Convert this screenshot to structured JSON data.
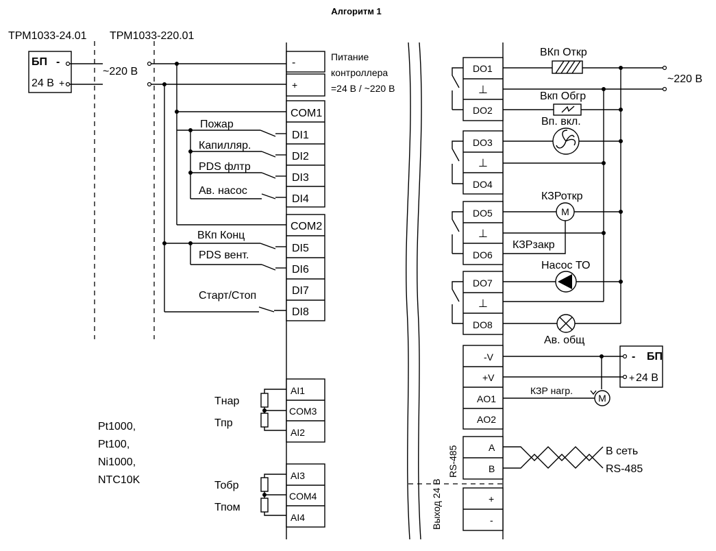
{
  "title": "Алгоритм 1",
  "devices": {
    "left_model": "ТРМ1033-24.01",
    "right_model": "ТРМ1033-220.01"
  },
  "psu_left": {
    "label": "БП",
    "minus": "-",
    "voltage": "24 В",
    "plus": "+"
  },
  "mains_left": "~220 В",
  "power_note": [
    "Питание",
    "контроллера",
    "=24 В / ~220 В"
  ],
  "left_terminals": [
    {
      "name": "-"
    },
    {
      "name": "+"
    },
    {
      "name": "COM1"
    },
    {
      "name": "DI1"
    },
    {
      "name": "DI2"
    },
    {
      "name": "DI3"
    },
    {
      "name": "DI4"
    },
    {
      "name": "COM2"
    },
    {
      "name": "DI5"
    },
    {
      "name": "DI6"
    },
    {
      "name": "DI7"
    },
    {
      "name": "DI8"
    }
  ],
  "inputs": {
    "di1": "Пожар",
    "di2": "Капилляр.",
    "di3": "PDS флтр",
    "di4": "Ав. насос",
    "di5": "ВКп Конц",
    "di6": "PDS вент.",
    "di8": "Старт/Стоп"
  },
  "analog_terminals": [
    "AI1",
    "COM3",
    "AI2",
    "AI3",
    "COM4",
    "AI4"
  ],
  "sensors": {
    "tnar": "Тнар",
    "tpr": "Тпр",
    "tobr": "Тобр",
    "tpom": "Тпом",
    "types": [
      "Pt1000,",
      "Pt100,",
      "Ni1000,",
      "NTC10K"
    ]
  },
  "right_terminals": {
    "do_groups": [
      [
        "DO1",
        "⊥",
        "DO2"
      ],
      [
        "DO3",
        "⊥",
        "DO4"
      ],
      [
        "DO5",
        "⊥",
        "DO6"
      ],
      [
        "DO7",
        "⊥",
        "DO8"
      ]
    ],
    "analog_out": [
      "-V",
      "+V",
      "AO1",
      "AO2"
    ],
    "rs485": [
      "A",
      "B"
    ],
    "rs485_label": "RS-485",
    "output": [
      "+",
      "-"
    ],
    "output_label": "Выход 24 В"
  },
  "loads": {
    "vkp_otkr": "ВКп Откр",
    "vkp_obgr": "Вкп Обгр",
    "vp_vkl": "Вп. вкл.",
    "kzr_otkr": "КЗРоткр",
    "kzr_zakr": "КЗРзакр",
    "nasos_to": "Насос ТО",
    "av_obsh": "Ав. общ",
    "kzr_nagr": "КЗР нагр.",
    "motor": "М"
  },
  "mains_right": "~220 В",
  "psu_right": {
    "label": "БП",
    "minus": "-",
    "plus": "+",
    "voltage": "24 В"
  },
  "network": [
    "В сеть",
    "RS-485"
  ]
}
